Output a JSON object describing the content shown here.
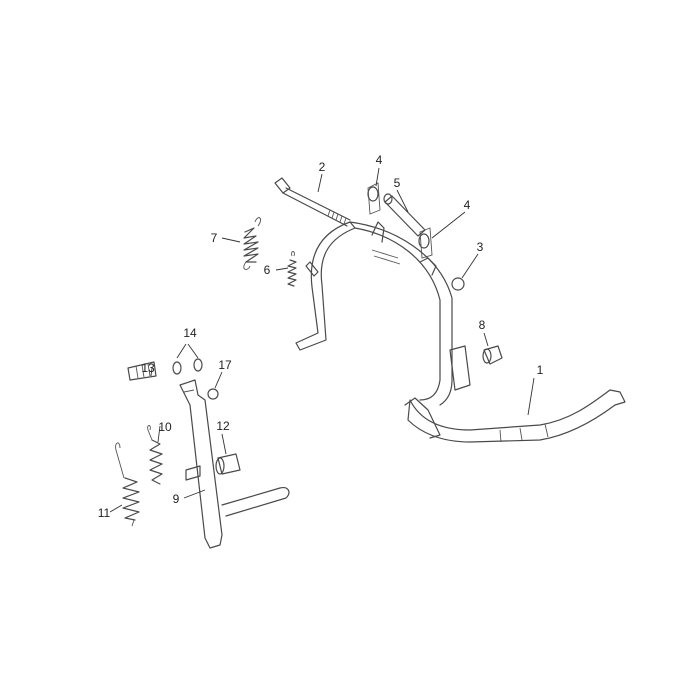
{
  "diagram": {
    "callouts": [
      "1",
      "2",
      "3",
      "4",
      "4",
      "5",
      "6",
      "7",
      "8",
      "9",
      "10",
      "11",
      "12",
      "13",
      "14",
      "17"
    ]
  }
}
